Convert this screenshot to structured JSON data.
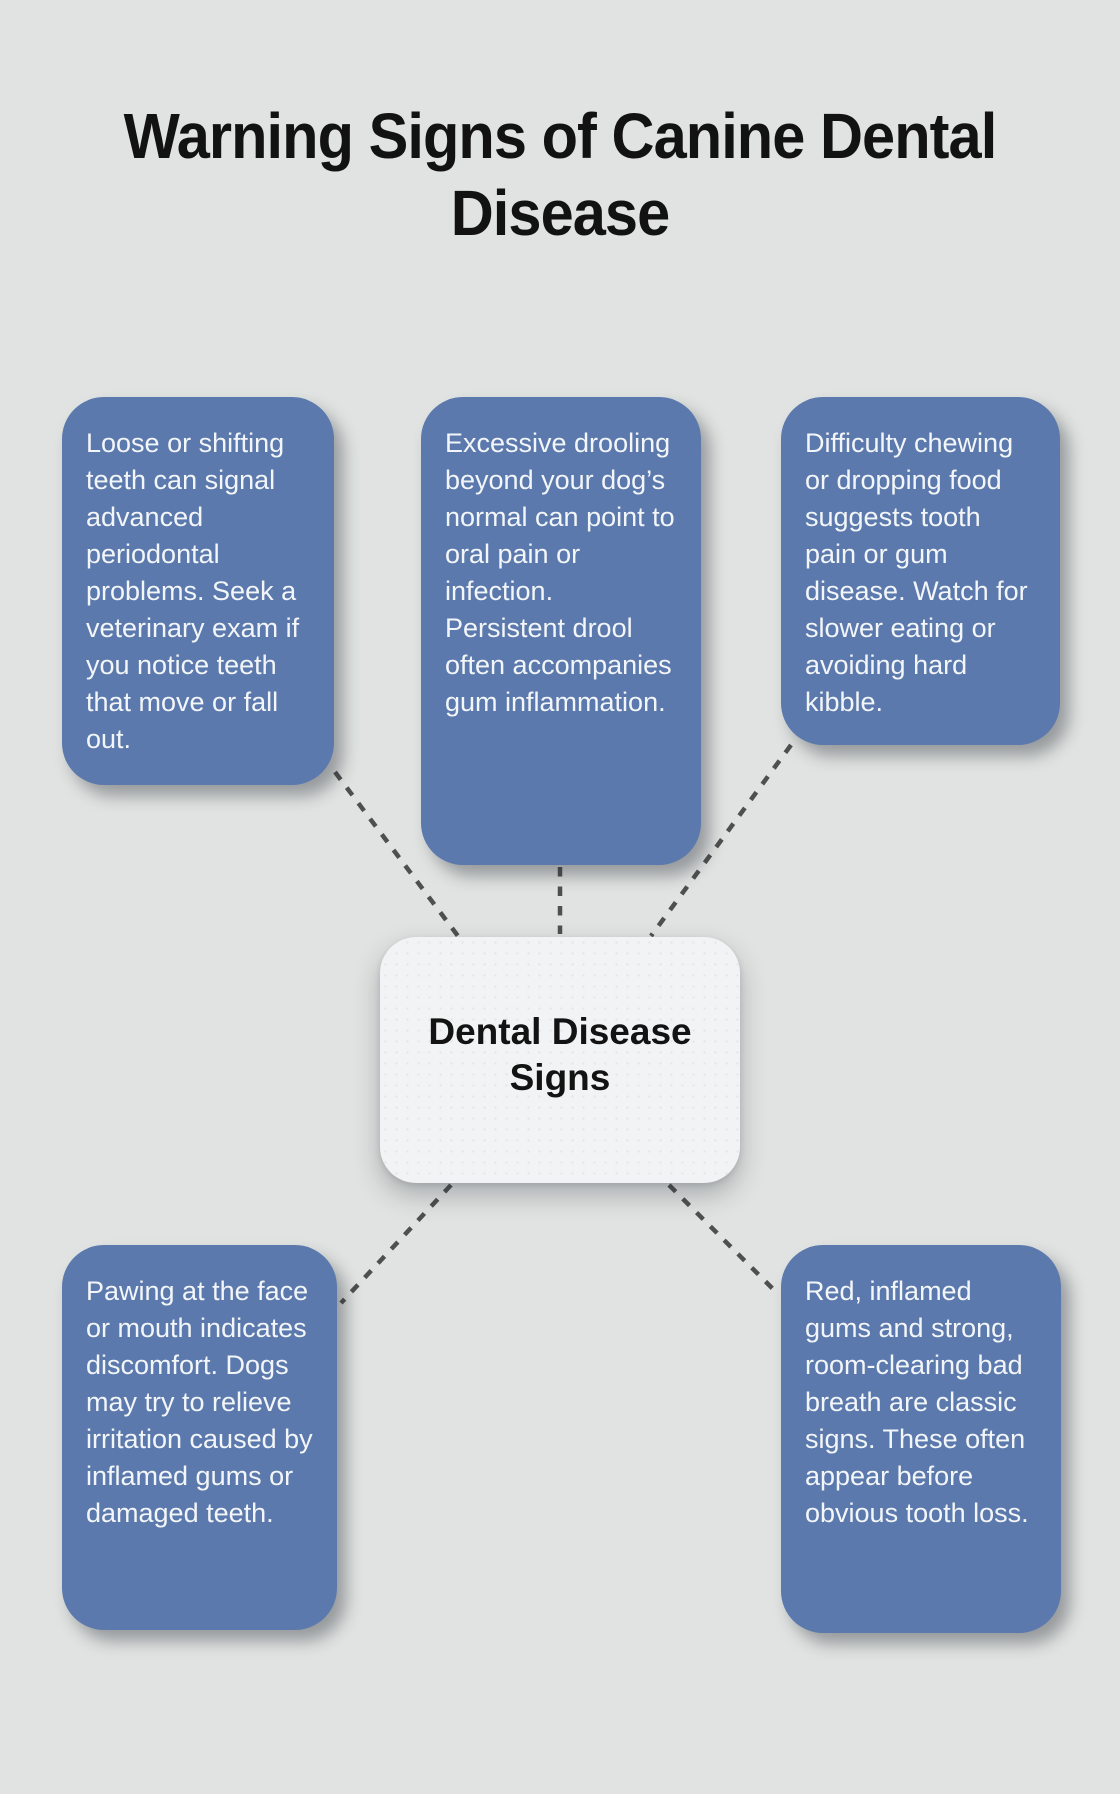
{
  "title": {
    "full": "Warning Signs of Canine Dental Disease",
    "lines": [
      "Warning Signs of Canine Dental",
      "Disease"
    ]
  },
  "center": {
    "label": "Dental Disease Signs"
  },
  "nodes": [
    {
      "id": "loose-teeth",
      "text": "Loose or shifting teeth can signal advanced periodontal problems. Seek a veterinary exam if you notice teeth that move or fall out."
    },
    {
      "id": "excessive-drooling",
      "text": "Excessive drooling beyond your dog’s normal can point to oral pain or infection. Persistent drool often accompanies gum inflammation."
    },
    {
      "id": "difficulty-chewing",
      "text": "Difficulty chewing or dropping food suggests tooth pain or gum disease. Watch for slower eating or avoiding hard kibble."
    },
    {
      "id": "pawing-at-mouth",
      "text": "Pawing at the face or mouth indicates discomfort. Dogs may try to relieve irritation caused by inflamed gums or damaged teeth."
    },
    {
      "id": "bad-breath",
      "text": "Red, inflamed gums and strong, room-clearing bad breath are classic signs. These often appear before obvious tooth loss."
    }
  ],
  "colors": {
    "background": "#e0e3e1",
    "node_fill": "#5b79ad",
    "node_text": "#f3f6f8",
    "center_fill": "#f2f3f4",
    "center_text": "#131313",
    "connector": "#4f4f4f",
    "title_text": "#121212"
  }
}
